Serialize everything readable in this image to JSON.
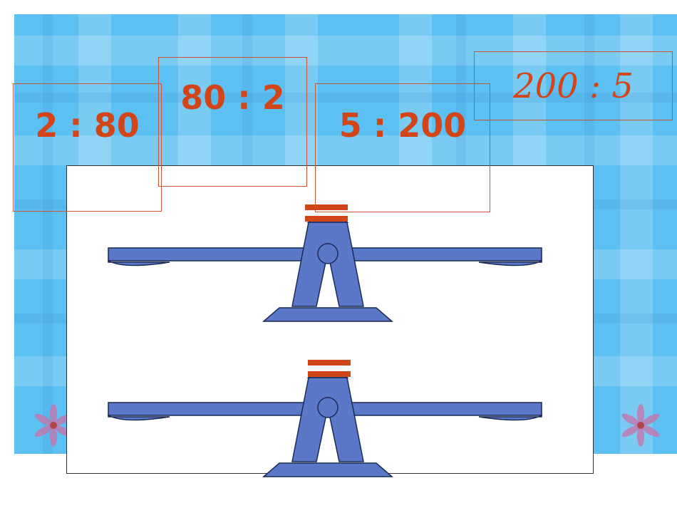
{
  "ratios": [
    {
      "text": "2 : 80"
    },
    {
      "text": "80 : 2"
    },
    {
      "text": "5 : 200"
    },
    {
      "text": "200 : 5"
    }
  ],
  "colors": {
    "background": "#5cc0f2",
    "ratio_text": "#d24518",
    "seesaw_fill": "#5b78c8",
    "seesaw_stroke": "#1a2a55",
    "equals_sign": "#d24518"
  },
  "icons": {
    "decoration": "flower-icon",
    "balance": "seesaw-icon",
    "equals": "equals-sign-icon"
  }
}
